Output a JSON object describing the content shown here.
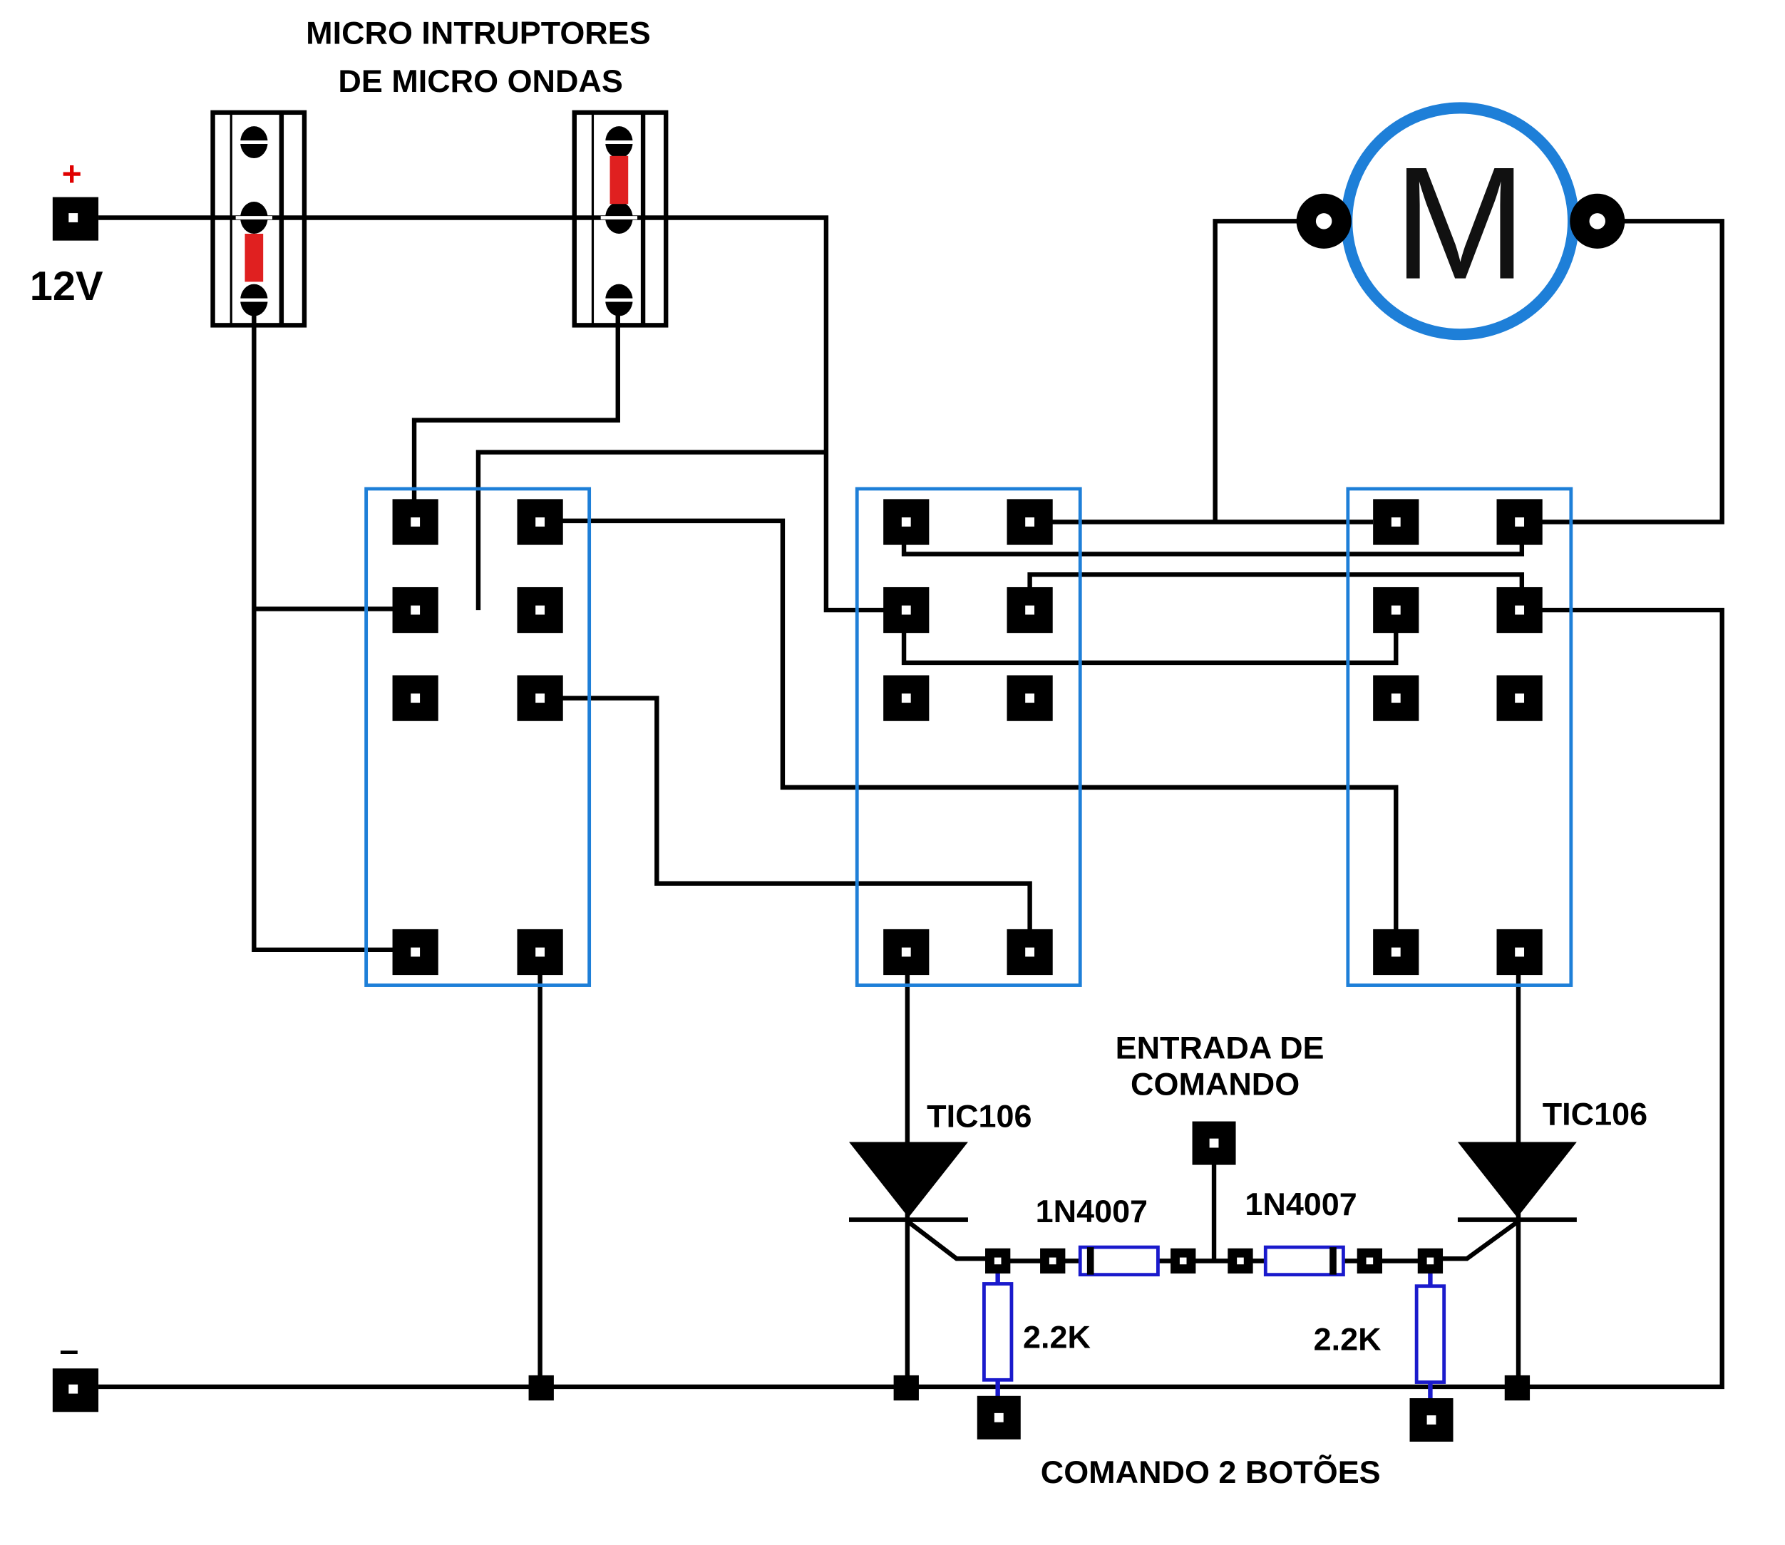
{
  "title": {
    "line1": "MICRO INTRUPTORES",
    "line2": "DE MICRO ONDAS"
  },
  "power": {
    "positive_symbol": "+",
    "voltage": "12V",
    "negative_symbol": "–"
  },
  "motor": {
    "label": "M"
  },
  "scr": [
    {
      "label": "TIC106"
    },
    {
      "label": "TIC106"
    }
  ],
  "diodes": [
    {
      "label": "1N4007"
    },
    {
      "label": "1N4007"
    }
  ],
  "resistors": [
    {
      "label": "2.2K"
    },
    {
      "label": "2.2K"
    }
  ],
  "input": {
    "line1": "ENTRADA DE",
    "line2": "COMANDO"
  },
  "footer": {
    "label": "COMANDO 2 BOTÕES"
  },
  "colors": {
    "relay_outline": "#1e7fd8",
    "motor_ring": "#1e7fd8",
    "switch_contact": "#e02020",
    "plus_sign": "#e00000",
    "passive_outline": "#1a1acc"
  }
}
